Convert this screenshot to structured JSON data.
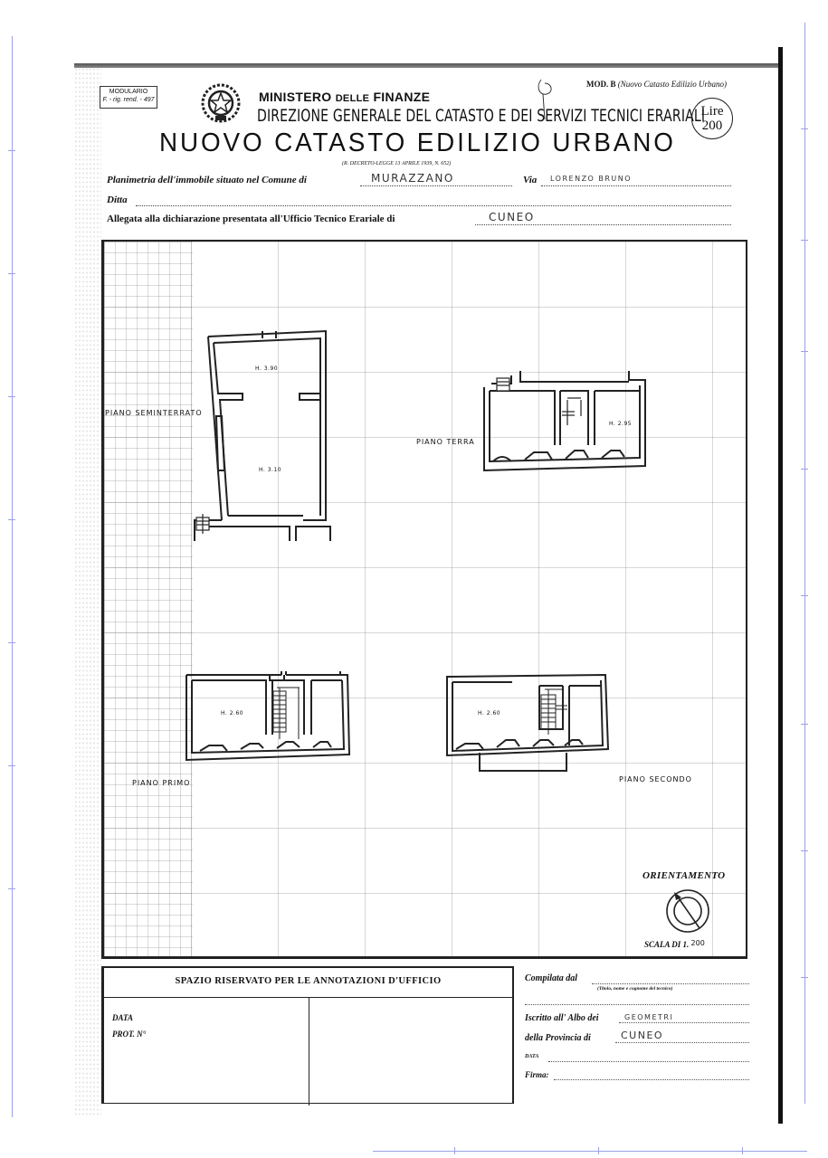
{
  "header": {
    "modulario_line1": "MODULARIO",
    "modulario_line2": "F. - rig. rend. - 497",
    "ministry": "MINISTERO",
    "ministry_delle": "DELLE",
    "ministry_finanze": "FINANZE",
    "directorate": "DIREZIONE GENERALE DEL CATASTO E DEI SERVIZI TECNICI ERARIALI",
    "model": "MOD. B",
    "model_note": "(Nuovo Catasto Edilizio Urbano)",
    "lire_label": "Lire",
    "lire_value": "200",
    "title": "NUOVO CATASTO EDILIZIO URBANO",
    "decree": "(R. DECRETO-LEGGE 13 APRILE 1939, N. 652)"
  },
  "form": {
    "planimetria_label": "Planimetria dell'immobile situato nel Comune di",
    "comune_value": "MURAZZANO",
    "via_label": "Via",
    "via_value": "LORENZO BRUNO",
    "ditta_label": "Ditta",
    "ditta_value": "",
    "allegata_label": "Allegata alla dichiarazione presentata all'Ufficio Tecnico Erariale di",
    "ufficio_value": "CUNEO"
  },
  "drawing": {
    "floors": [
      {
        "name": "PIANO SEMINTERRATO",
        "heights": [
          "H. 3.90",
          "H. 3.10"
        ]
      },
      {
        "name": "PIANO TERRA",
        "heights": [
          "H. 2.95"
        ]
      },
      {
        "name": "PIANO PRIMO",
        "heights": [
          "H. 2.60"
        ]
      },
      {
        "name": "PIANO SECONDO",
        "heights": [
          "H. 2.60"
        ]
      }
    ],
    "orientation_label": "ORIENTAMENTO",
    "scale_label": "SCALA DI 1.",
    "scale_value": "200"
  },
  "annotations": {
    "title": "SPAZIO RISERVATO PER LE ANNOTAZIONI D'UFFICIO",
    "data_label": "DATA",
    "prot_label": "PROT. N°"
  },
  "compiler": {
    "compilata_label": "Compilata dal",
    "compilata_hint": "(Titolo, nome e cognome del tecnico)",
    "iscritto_label": "Iscritto all' Albo dei",
    "albo_value": "GEOMETRI",
    "provincia_label": "della Provincia di",
    "provincia_value": "CUNEO",
    "data_label": "DATA",
    "firma_label": "Firma:"
  },
  "colors": {
    "ink": "#111111",
    "ruler": "#9aa0e8",
    "grid": "#8c8c8c"
  }
}
